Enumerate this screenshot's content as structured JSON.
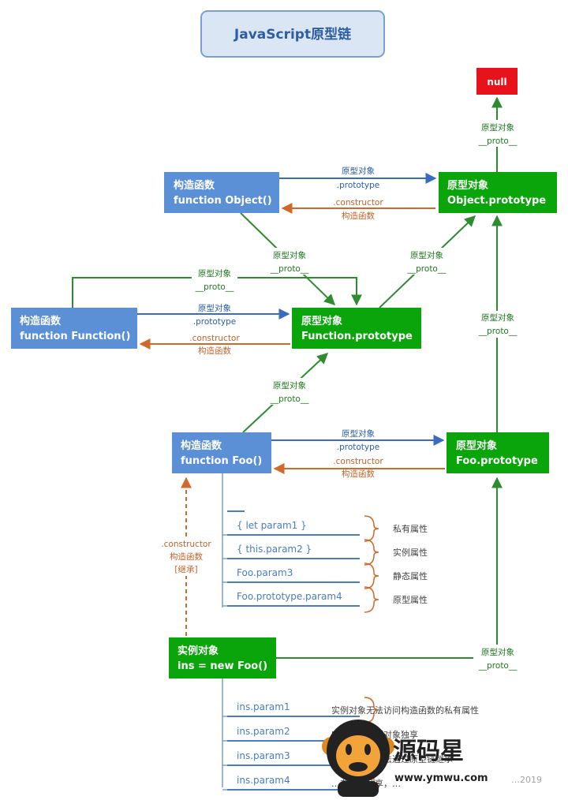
{
  "title": "JavaScript原型链",
  "null_label": "null",
  "edge_labels": {
    "proto_cn": "原型对象",
    "proto_key": "__proto__",
    "prototype_key": ".prototype",
    "constructor_key": ".constructor",
    "constructor_cn": "构造函数",
    "inherit": "[继承]"
  },
  "boxes": {
    "object_ctor": {
      "line1": "构造函数",
      "line2": "function Object()"
    },
    "object_proto": {
      "line1": "原型对象",
      "line2": "Object.prototype"
    },
    "function_ctor": {
      "line1": "构造函数",
      "line2": "function Function()"
    },
    "function_proto": {
      "line1": "原型对象",
      "line2": "Function.prototype"
    },
    "foo_ctor": {
      "line1": "构造函数",
      "line2": "function Foo()"
    },
    "foo_proto": {
      "line1": "原型对象",
      "line2": "Foo.prototype"
    },
    "instance": {
      "line1": "实例对象",
      "line2": "ins = new Foo()"
    }
  },
  "foo_members": [
    {
      "text": "{ let param1 }",
      "note": "私有属性"
    },
    {
      "text": "{ this.param2 }",
      "note": "实例属性"
    },
    {
      "text": "Foo.param3",
      "note": "静态属性"
    },
    {
      "text": "Foo.prototype.param4",
      "note": "原型属性"
    }
  ],
  "ins_members": [
    {
      "text": "ins.param1",
      "note": "实例对象无法访问构造函数的私有属性"
    },
    {
      "text": "ins.param2",
      "note": "实…当前实例对象独享"
    },
    {
      "text": "ins.param3",
      "note": "…有实…，…法通过原型链继承"
    },
    {
      "text": "ins.param4",
      "note": "…有实例共享，…"
    }
  ],
  "watermark": {
    "brand": "源码星",
    "url": "www.ymwu.com",
    "extra": "…2019"
  },
  "colors": {
    "blue_box": "#5b8fd6",
    "green_box": "#0aa50a",
    "null_box": "#e8121a",
    "arrow_green": "#2e8b2e",
    "arrow_blue": "#3a6bc2",
    "arrow_orange": "#d2692c",
    "title_bg": "#dbe6f4",
    "title_border": "#7aa0d0"
  }
}
